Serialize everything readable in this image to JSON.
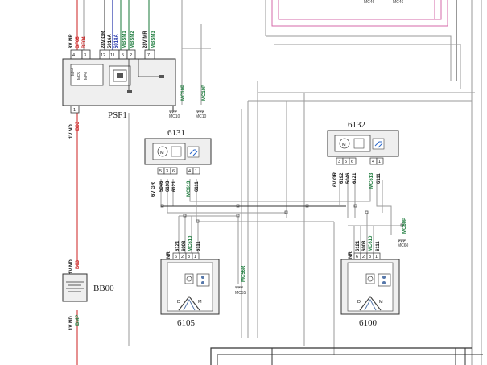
{
  "colors": {
    "wire_black": "#333333",
    "wire_gray": "#9a9a9a",
    "wire_red": "#cc2222",
    "wire_pink": "#d66aa8",
    "wire_blue": "#2233aa",
    "wire_green": "#1a7a3a",
    "box_fill": "#efefef",
    "box_stroke": "#333333"
  },
  "top": {
    "mc46_a": "MC46",
    "mc46_b": "MC46"
  },
  "psf1": {
    "name": "PSF1",
    "connectors": [
      {
        "color": "8V NR",
        "wires": [
          "BF05",
          "BF04"
        ],
        "pins": [
          "4",
          "3"
        ]
      },
      {
        "color": "28V GR",
        "wires": [
          "5016A",
          "5018A",
          "MBSM1",
          "MBSM2"
        ],
        "pins": [
          "12",
          "11",
          "5",
          "2"
        ]
      },
      {
        "color": "28V MR",
        "wires": [
          "MBSM3"
        ],
        "pins": [
          "7"
        ]
      },
      {
        "color": "1V ND",
        "wires": [
          "B03"
        ],
        "pins": [
          "1"
        ]
      }
    ],
    "inner": [
      "MF4",
      "MF5",
      "MF6"
    ],
    "grounds": [
      {
        "wire": "MC10P",
        "ground": "MC10"
      },
      {
        "wire": "MC10P",
        "ground": "MC10"
      }
    ]
  },
  "m6131": {
    "name": "6131",
    "connector": "6V GR",
    "pins": [
      "5",
      "3",
      "6",
      "4",
      "1"
    ],
    "wires": [
      "5046",
      "6193",
      "6121",
      "MC613",
      "6111"
    ]
  },
  "m6132": {
    "name": "6132",
    "connector": "6V GR",
    "pins": [
      "3",
      "5",
      "6",
      "4",
      "1"
    ],
    "wires": [
      "6192",
      "5046",
      "6121",
      "MC613",
      "6111"
    ],
    "ground_wire": "MC60P",
    "ground": "MC60"
  },
  "m6105": {
    "name": "6105",
    "connector": "6V NR",
    "pins": [
      "6",
      "2",
      "3",
      "1"
    ],
    "wires": [
      "6121",
      "6008",
      "MC610",
      "6111"
    ],
    "labels": [
      "D",
      "M"
    ],
    "ground_wire": "MC56R",
    "ground": "MC55"
  },
  "m6100": {
    "name": "6100",
    "connector": "6V NR",
    "pins": [
      "6",
      "2",
      "3",
      "1"
    ],
    "wires": [
      "6121",
      "6008",
      "MC610",
      "6111"
    ],
    "labels": [
      "D",
      "M"
    ]
  },
  "bb00": {
    "name": "BB00",
    "top": {
      "color": "1V ND",
      "wire": "B03"
    },
    "bottom": {
      "color": "1V ND",
      "wire": "BMP"
    }
  }
}
